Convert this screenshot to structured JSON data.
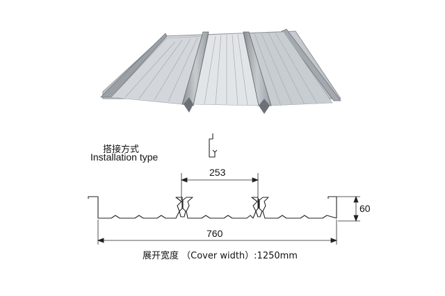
{
  "installation": {
    "label_cn": "搭接方式",
    "label_en": "Installation type"
  },
  "dimensions": {
    "rib_spacing": "253",
    "profile_height": "60",
    "effective_width": "760",
    "cover_width_label": "展开宽度 （Cover width）:1250mm"
  },
  "colors": {
    "panel_light": "#d9dde1",
    "panel_mid": "#aeb3b8",
    "panel_dark": "#7b8086",
    "line": "#222222"
  }
}
